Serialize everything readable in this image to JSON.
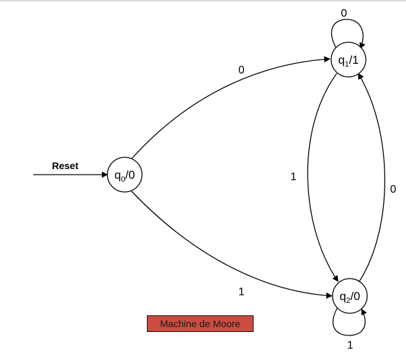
{
  "diagram": {
    "reset_label": "Reset",
    "caption": "Machine de Moore",
    "colors": {
      "caption_fill": "#cb4c43",
      "stroke": "#000000"
    },
    "states": [
      {
        "id": "q0",
        "name": "q",
        "sub": "0",
        "output": "/0",
        "initial": true
      },
      {
        "id": "q1",
        "name": "q",
        "sub": "1",
        "output": "/1"
      },
      {
        "id": "q2",
        "name": "q",
        "sub": "2",
        "output": "/0"
      }
    ],
    "transitions": [
      {
        "from": "q0",
        "to": "q1",
        "symbol": "0"
      },
      {
        "from": "q0",
        "to": "q2",
        "symbol": "1"
      },
      {
        "from": "q1",
        "to": "q1",
        "symbol": "0"
      },
      {
        "from": "q1",
        "to": "q2",
        "symbol": "1"
      },
      {
        "from": "q2",
        "to": "q1",
        "symbol": "0"
      },
      {
        "from": "q2",
        "to": "q2",
        "symbol": "1"
      }
    ]
  }
}
